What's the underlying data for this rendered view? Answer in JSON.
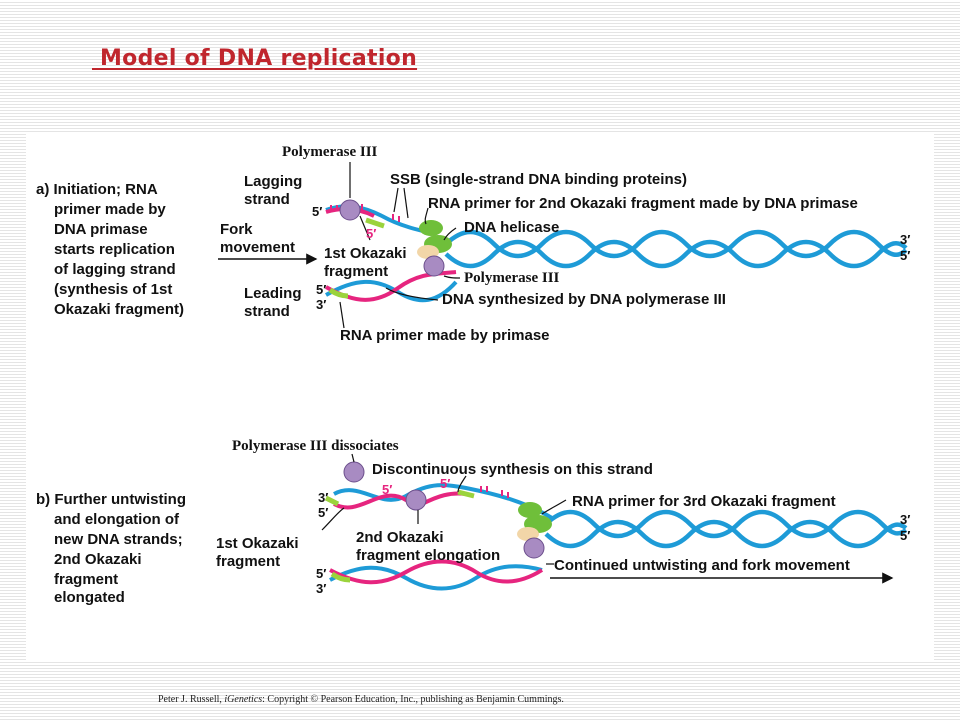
{
  "title": " Model of DNA replication",
  "panel_a": {
    "caption": [
      "a) Initiation; RNA",
      "primer made by",
      "DNA primase",
      "starts replication",
      "of lagging strand",
      "(synthesis of 1st",
      "Okazaki fragment)"
    ],
    "labels": {
      "polymerase_top": "Polymerase III",
      "lagging": [
        "Lagging",
        "strand"
      ],
      "ssb": "SSB (single-strand DNA binding proteins)",
      "rna_primer_2nd": "RNA primer for 2nd Okazaki fragment made by DNA primase",
      "fork": [
        "Fork",
        "movement"
      ],
      "helicase": "DNA helicase",
      "okazaki_1st": [
        "1st Okazaki",
        "fragment"
      ],
      "polymerase_mid": "Polymerase III",
      "leading": [
        "Leading",
        "strand"
      ],
      "dna_synth": "DNA synthesized by DNA polymerase III",
      "rna_primer_primase": "RNA primer made by primase"
    },
    "ends": {
      "lag_5": "5′",
      "frag_5": "5′",
      "right_3": "3′",
      "right_5": "5′",
      "lead_5": "5′",
      "lead_3": "3′"
    }
  },
  "panel_b": {
    "caption": [
      "b) Further untwisting",
      "and elongation of",
      "new DNA strands;",
      "2nd Okazaki",
      "fragment",
      "elongated"
    ],
    "labels": {
      "pol_dissociates": "Polymerase III dissociates",
      "discontinuous": "Discontinuous synthesis on this strand",
      "rna_primer_3rd": "RNA primer for 3rd Okazaki fragment",
      "okazaki_1st": [
        "1st Okazaki",
        "fragment"
      ],
      "okazaki_2nd": [
        "2nd Okazaki",
        "fragment elongation"
      ],
      "continued": "Continued untwisting and fork movement"
    },
    "ends": {
      "left_3": "3′",
      "left_5": "5′",
      "frag_5a": "5′",
      "frag_5b": "5′",
      "right_3": "3′",
      "right_5": "5′",
      "lead_5": "5′",
      "lead_3": "3′"
    }
  },
  "credit": {
    "author": "Peter J. Russell, ",
    "book": "iGenetics",
    "rest": ": Copyright © Pearson Education, Inc., publishing as Benjamin Cummings."
  },
  "colors": {
    "title": "#c0262d",
    "strand_blue": "#1e9bd7",
    "strand_pink": "#e6257f",
    "primer_green": "#9bd33c",
    "polymerase": "#a88bc2",
    "helicase": "#6fbf3a",
    "ssb": "#e6257f"
  }
}
